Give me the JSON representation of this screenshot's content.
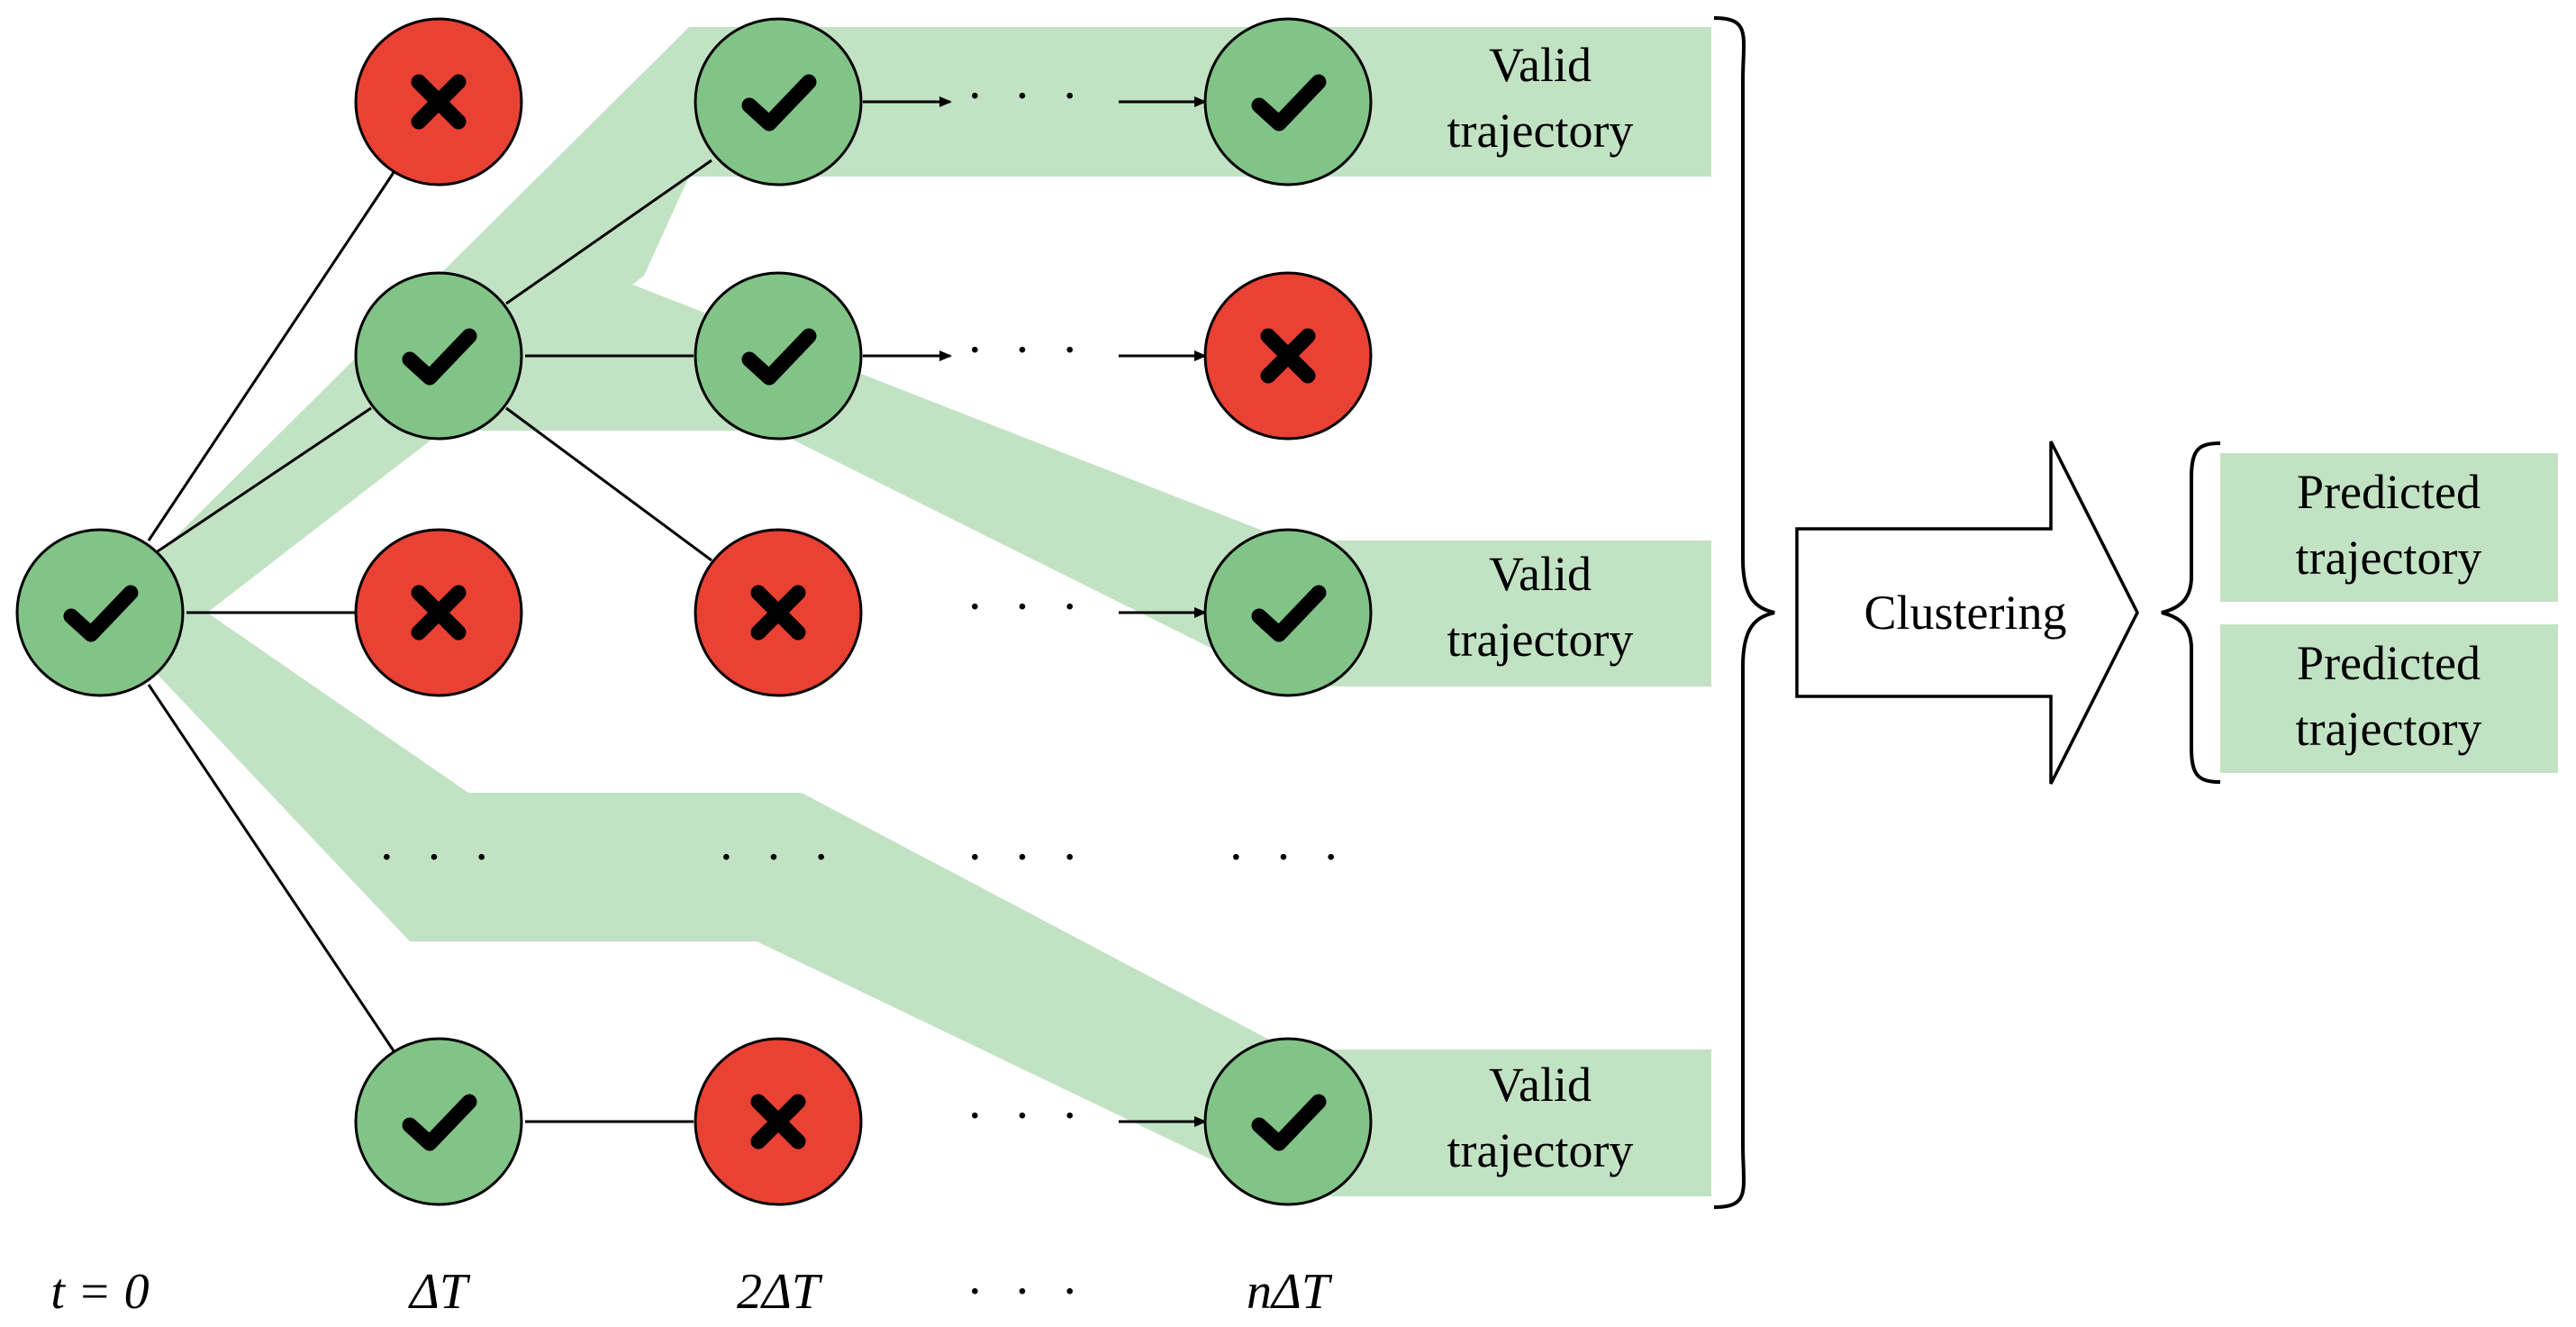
{
  "colors": {
    "valid_node": "#82c387",
    "invalid_node": "#e94133",
    "highlight_band": "#c2e2c4",
    "stroke": "#000000"
  },
  "icons": {
    "valid": "check-icon",
    "invalid": "cross-icon"
  },
  "labels": {
    "valid_trajectory_line1": "Valid",
    "valid_trajectory_line2": "trajectory",
    "clustering": "Clustering",
    "predicted_line1": "Predicted",
    "predicted_line2": "trajectory",
    "ellipsis": "· · ·"
  },
  "time_axis": {
    "t0": "t = 0",
    "t1": "ΔT",
    "t2": "2ΔT",
    "t_ellipsis": "· · ·",
    "tn": "nΔT"
  }
}
